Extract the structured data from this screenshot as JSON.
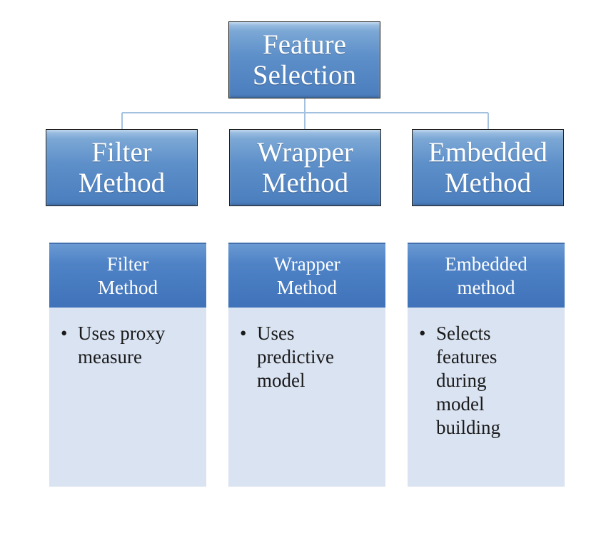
{
  "diagram": {
    "root": {
      "lines": [
        "Feature",
        "Selection"
      ]
    },
    "nodes": [
      {
        "id": "filter",
        "lines": [
          "Filter",
          "Method"
        ]
      },
      {
        "id": "wrapper",
        "lines": [
          "Wrapper",
          "Method"
        ]
      },
      {
        "id": "embedded",
        "lines": [
          "Embedded",
          "Method"
        ]
      }
    ],
    "edges": [
      {
        "from": "root",
        "to": "filter"
      },
      {
        "from": "root",
        "to": "wrapper"
      },
      {
        "from": "root",
        "to": "embedded"
      }
    ]
  },
  "cards": [
    {
      "header_lines": [
        "Filter",
        "Method"
      ],
      "bullet": "•",
      "body_lines": [
        "Uses proxy",
        "measure"
      ]
    },
    {
      "header_lines": [
        "Wrapper",
        "Method"
      ],
      "bullet": "•",
      "body_lines": [
        "Uses",
        "predictive",
        "model"
      ]
    },
    {
      "header_lines": [
        "Embedded",
        "method"
      ],
      "bullet": "•",
      "body_lines": [
        "Selects",
        "features",
        "during",
        "model",
        "building"
      ]
    }
  ],
  "colors": {
    "node_fill": "#4f83c6",
    "connector": "#a4c2e0",
    "card_header": "#4472c4",
    "card_body": "#dae3f2"
  }
}
